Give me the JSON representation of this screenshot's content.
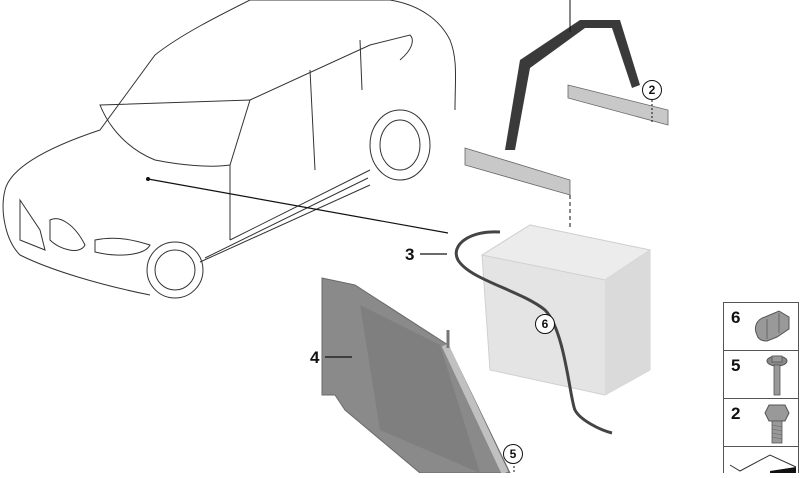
{
  "diagram": {
    "title": "Battery mounting parts diagram",
    "background": "#ffffff",
    "vehicle": {
      "label": "vehicle-outline",
      "style": "line-drawing"
    },
    "callouts": [
      {
        "id": "3",
        "label": "3",
        "part": "battery cable"
      },
      {
        "id": "4",
        "label": "4",
        "part": "battery tray insulation panel"
      }
    ],
    "circled_callouts": [
      {
        "id": "2",
        "label": "2"
      },
      {
        "id": "5",
        "label": "5"
      },
      {
        "id": "6",
        "label": "6"
      }
    ],
    "legend": {
      "items": [
        {
          "label": "6",
          "icon": "cable-clip-icon"
        },
        {
          "label": "5",
          "icon": "flange-bolt-icon"
        },
        {
          "label": "2",
          "icon": "hex-bolt-icon"
        },
        {
          "label": "",
          "icon": "page-corner-icon"
        }
      ]
    },
    "colors": {
      "line": "#222222",
      "part_gray": "#cfcfcf",
      "strap_dark": "#3a3a3a",
      "panel_gray": "#8a8a8a",
      "battery_light": "#e4e4e4"
    }
  }
}
